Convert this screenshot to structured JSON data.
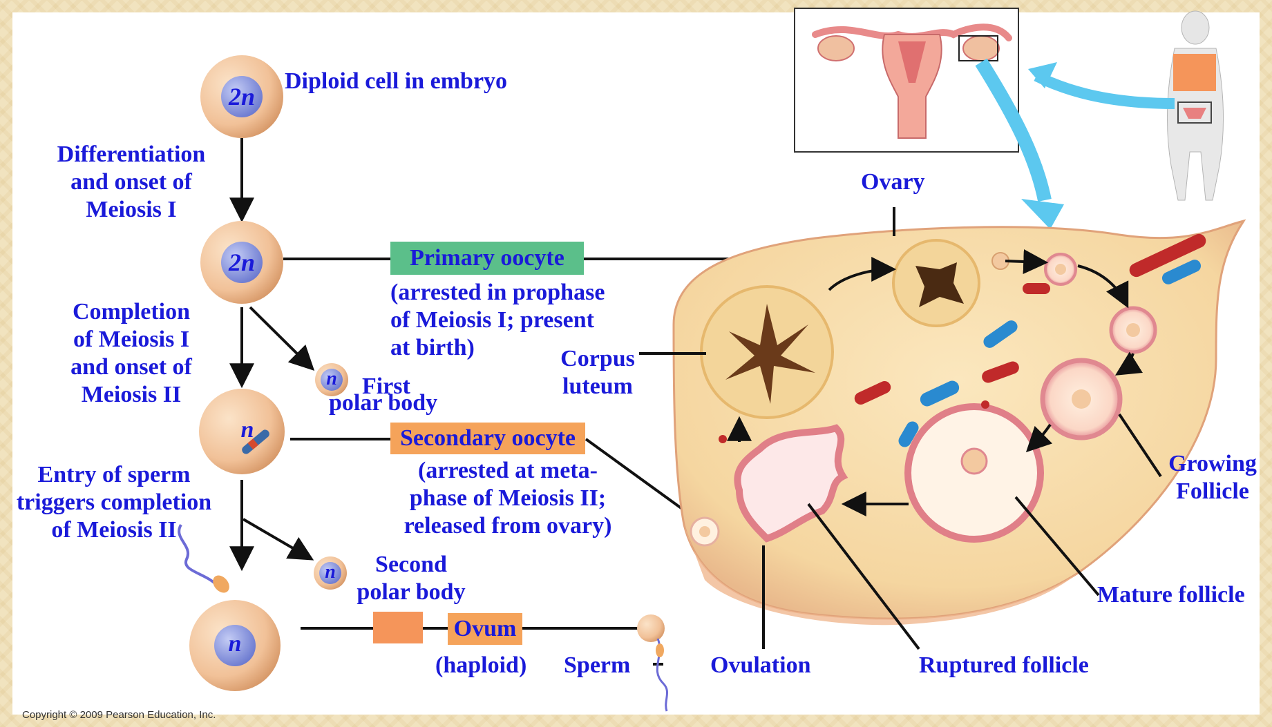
{
  "diagram": {
    "stages": {
      "diploid": {
        "ploidy": "2n",
        "label": "Diploid cell in embryo"
      },
      "primary": {
        "ploidy": "2n"
      },
      "secondary": {
        "ploidy": "n"
      },
      "ovum": {
        "ploidy": "n"
      }
    },
    "steps": {
      "step1": [
        "Differentiation",
        "and onset of",
        "Meiosis I"
      ],
      "step2": [
        "Completion",
        "of Meiosis I",
        "and onset of",
        "Meiosis II"
      ],
      "step3": [
        "Entry of sperm",
        "triggers completion",
        "of Meiosis II"
      ]
    },
    "polar_bodies": {
      "first": {
        "ploidy": "n",
        "label_lines": [
          "First",
          "polar body"
        ]
      },
      "second": {
        "ploidy": "n",
        "label_lines": [
          "Second",
          "polar body"
        ]
      }
    },
    "boxes": {
      "primary_oocyte": "Primary oocyte",
      "primary_desc": [
        "(arrested in prophase",
        "of Meiosis I; present",
        "at birth)"
      ],
      "secondary_oocyte": "Secondary oocyte",
      "secondary_desc": [
        "(arrested at meta-",
        "phase of Meiosis II;",
        "released from ovary)"
      ],
      "ovum": "Ovum",
      "ovum_desc": "(haploid)"
    },
    "ovary_labels": {
      "ovary": "Ovary",
      "corpus_luteum": [
        "Corpus",
        "luteum"
      ],
      "growing_follicle": [
        "Growing",
        "Follicle"
      ],
      "mature_follicle": "Mature follicle",
      "ruptured_follicle": "Ruptured follicle",
      "ovulation": "Ovulation",
      "sperm": "Sperm"
    },
    "colors": {
      "label_text": "#1a1ad9",
      "green_box": "#5bbf8a",
      "orange_box": "#f5a35a",
      "cell_fill": "#f3c9a0",
      "nucleus_fill": "#8f9be0",
      "arrow_blue": "#5cc8ef"
    }
  },
  "footer": {
    "copyright": "Copyright © 2009 Pearson Education, Inc."
  }
}
